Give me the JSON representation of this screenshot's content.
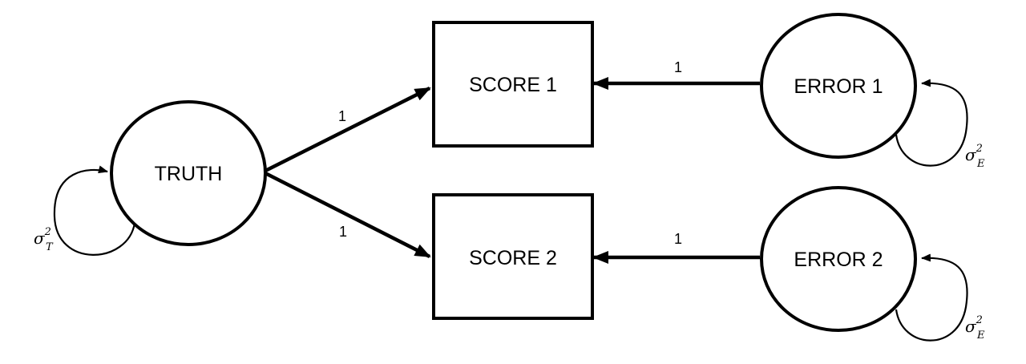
{
  "nodes": {
    "truth": {
      "label": "TRUTH"
    },
    "score1": {
      "label": "SCORE 1"
    },
    "score2": {
      "label": "SCORE 2"
    },
    "error1": {
      "label": "ERROR 1"
    },
    "error2": {
      "label": "ERROR 2"
    }
  },
  "edges": {
    "truth_score1": {
      "label": "1"
    },
    "truth_score2": {
      "label": "1"
    },
    "error1_score1": {
      "label": "1"
    },
    "error2_score2": {
      "label": "1"
    }
  },
  "variances": {
    "truth": {
      "symbol": "σ",
      "superscript": "2",
      "subscript": "T"
    },
    "error1": {
      "symbol": "σ",
      "superscript": "2",
      "subscript": "E"
    },
    "error2": {
      "symbol": "σ",
      "superscript": "2",
      "subscript": "E"
    }
  },
  "colors": {
    "stroke": "#000000",
    "background": "#ffffff"
  }
}
